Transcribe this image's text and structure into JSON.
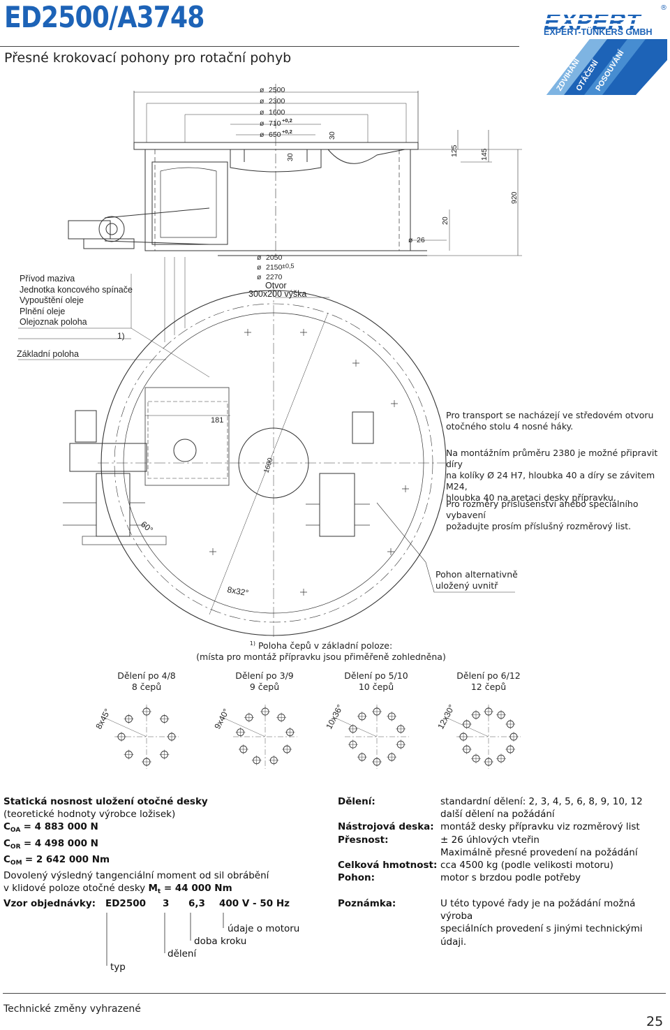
{
  "header": {
    "model": "ED2500/A3748",
    "subtitle": "Přesné krokovací pohony pro rotační pohyb"
  },
  "logo": {
    "brand": "EXPERT",
    "registered": "®",
    "company": "EXPERT-TÜNKERS GMBH",
    "tags": [
      "ZDVIHÁNÍ",
      "OTÁČENÍ",
      "POSOUVÁNÍ"
    ],
    "colors": {
      "brand": "#1d63b7",
      "light": "#8fc2ea"
    }
  },
  "drawing": {
    "diameters": [
      "2500",
      "2300",
      "1600",
      "710",
      "650"
    ],
    "tolerances": [
      "+0,2",
      "+0,2"
    ],
    "diam_symbol": "ø",
    "dim_30a": "30",
    "dim_30b": "30",
    "dim_125": "125",
    "dim_145": "145",
    "dim_920": "920",
    "dim_20": "20",
    "dim_26": "26",
    "bottom_diameters": [
      "2050",
      "2150",
      "2270"
    ],
    "bottom_tol": "±0,5",
    "opening_line1": "Otvor",
    "opening_line2": "300x200 výška",
    "left_labels": [
      "Přívod maziva",
      "Jednotka koncového spínače",
      "Vypouštění oleje",
      "Plnění oleje",
      "Olejoznak poloha"
    ],
    "note_marker": "1)",
    "base_position": "Základní poloha",
    "dim_181": "181",
    "dim_1600": "1600",
    "angle_60": "60°",
    "angle_8x32": "8x32°",
    "notes": [
      [
        "Pro transport se nacházejí ve středovém otvoru",
        "otočného stolu 4 nosné háky."
      ],
      [
        "Na montážním průměru 2380 je možné připravit díry",
        "na kolíky Ø 24 H7, hloubka 40 a díry se závitem M24,",
        "hloubka 40 na aretaci desky přípravku."
      ],
      [
        "Pro rozměry příslušenství anebo speciálního vybavení",
        "požadujte prosím příslušný rozměrový list."
      ]
    ],
    "alt_drive_line1": "Pohon alternativně",
    "alt_drive_line2": "uložený uvnitř"
  },
  "pins": {
    "caption_sup": "1)",
    "caption_line1": "Poloha čepů v základní poloze:",
    "caption_line2": "(místa pro montáž přípravku jsou přiměřeně zohledněna)",
    "groups": [
      {
        "title": "Dělení po 4/8",
        "count_label": "8 čepů",
        "angle": "8x45°",
        "n": 8
      },
      {
        "title": "Dělení po 3/9",
        "count_label": "9 čepů",
        "angle": "9x40°",
        "n": 9
      },
      {
        "title": "Dělení po 5/10",
        "count_label": "10 čepů",
        "angle": "10x36°",
        "n": 10
      },
      {
        "title": "Dělení po 6/12",
        "count_label": "12 čepů",
        "angle": "12x30°",
        "n": 12
      }
    ]
  },
  "specs": {
    "load_title": "Statická nosnost uložení otočné desky",
    "load_subtitle": "(teoretické hodnoty výrobce ložisek)",
    "c_sym": "C",
    "c_oa_sub": "OA",
    "c_oa_val": "= 4 883 000 N",
    "c_or_sub": "OR",
    "c_or_val": "= 4 498 000 N",
    "c_om_sub": "OM",
    "c_om_val": "= 2 642 000 Nm",
    "moment_line1": "Dovolený výsledný tangenciální moment od sil obrábění",
    "moment_line2_pre": "v klidové poloze otočné desky ",
    "mt_sym": "M",
    "mt_sub": "t",
    "mt_val": " = 44 000 Nm",
    "rows": [
      {
        "label": "Dělení:",
        "lines": [
          "standardní dělení: 2, 3, 4, 5, 6, 8, 9, 10, 12",
          "další dělení na požádání"
        ]
      },
      {
        "label": "Nástrojová deska:",
        "lines": [
          "montáž desky přípravku viz rozměrový list"
        ]
      },
      {
        "label": "Přesnost:",
        "lines": [
          "± 26 úhlových vteřin",
          "Maximálně přesné provedení na požádání"
        ]
      },
      {
        "label": "Celková hmotnost:",
        "lines": [
          "cca 4500 kg (podle velikosti motoru)"
        ]
      },
      {
        "label": "Pohon:",
        "lines": [
          "motor s brzdou podle potřeby"
        ]
      }
    ]
  },
  "order": {
    "label": "Vzor objednávky:",
    "codes": [
      "ED2500",
      "3",
      "6,3",
      "400 V - 50 Hz"
    ],
    "legend": [
      "údaje o motoru",
      "doba kroku",
      "dělení",
      "typ"
    ],
    "note_label": "Poznámka:",
    "note_lines": [
      "U této typové řady je na požádání možná výroba",
      "speciálních provedení s jinými technickými údaji."
    ]
  },
  "footer": {
    "text": "Technické změny vyhrazené",
    "page": "25"
  }
}
